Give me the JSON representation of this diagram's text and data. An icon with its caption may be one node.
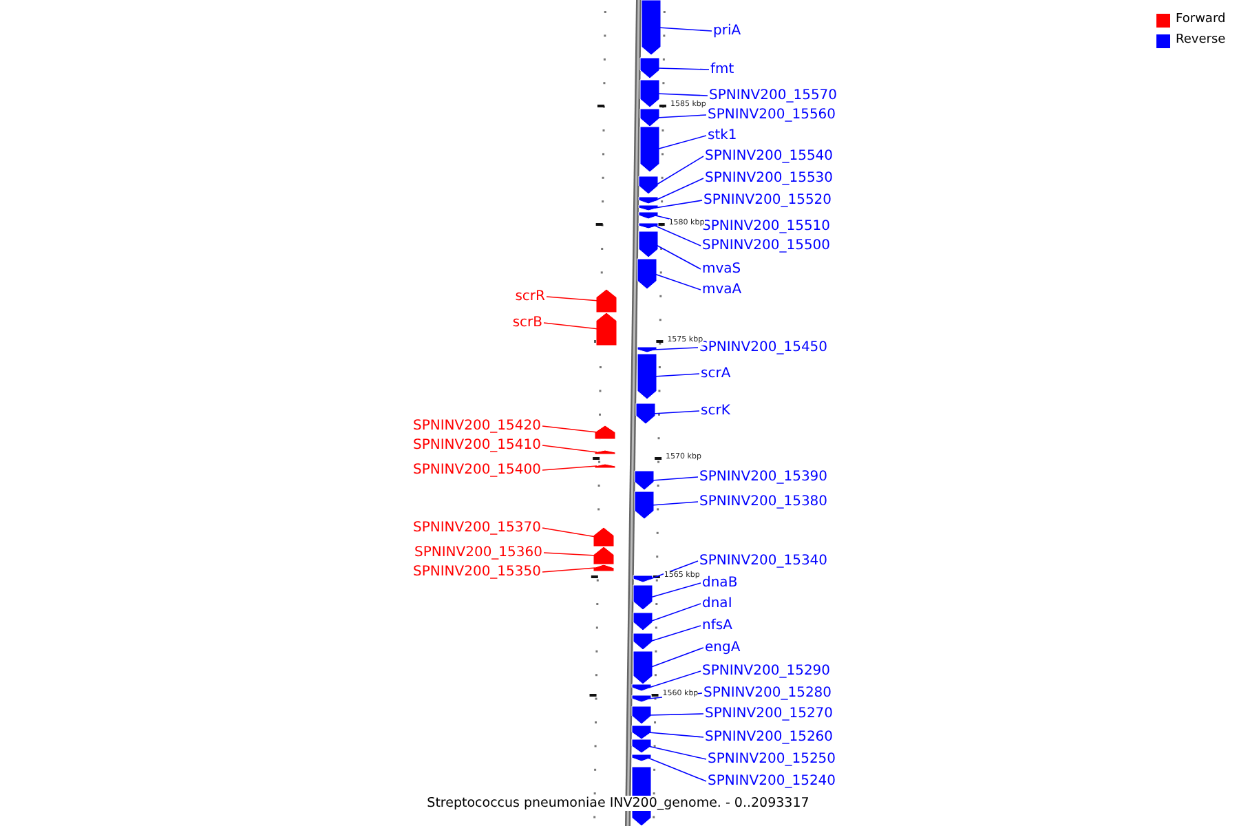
{
  "diagram": {
    "caption": "Streptococcus pneumoniae INV200_genome. - 0..2093317",
    "nodes": [
      {
        "text": [
          "priA"
        ]
      },
      {
        "text": [],
        "shape": "arrow"
      },
      {
        "text": [
          "fmt"
        ]
      },
      {
        "text": [],
        "shape": "arrow"
      },
      {
        "text": [
          "SPNINV200_15570"
        ]
      },
      {
        "text": [],
        "shape": "arrow"
      },
      {
        "text": [
          "SPNINV200_15560"
        ]
      },
      {
        "text": [],
        "shape": "arrow"
      },
      {
        "text": [
          "stk1"
        ]
      },
      {
        "text": [],
        "shape": "arrow"
      },
      {
        "text": [
          "SPNINV200_15540"
        ]
      },
      {
        "text": [],
        "shape": "arrow"
      },
      {
        "text": [
          "SPNINV200_15530"
        ]
      },
      {
        "text": [],
        "shape": "arrow"
      },
      {
        "text": [
          "SPNINV200_15520"
        ]
      },
      {
        "text": [],
        "shape": "arrow"
      },
      {
        "text": [
          "SPNINV200_15510"
        ]
      },
      {
        "text": [],
        "shape": "arrow"
      },
      {
        "text": [
          "SPNINV200_15500"
        ]
      },
      {
        "text": [],
        "shape": "arrow"
      },
      {
        "text": [
          "mvaS"
        ]
      },
      {
        "text": [],
        "shape": "arrow"
      },
      {
        "text": [
          "mvaA"
        ]
      },
      {
        "text": [],
        "shape": "arrow"
      },
      {
        "text": [
          "scrR"
        ]
      },
      {
        "text": [],
        "shape": "arrow"
      },
      {
        "text": [
          "scrB"
        ]
      },
      {
        "text": [],
        "shape": "arrow"
      },
      {
        "text": [
          "SPNINV200_15450"
        ]
      },
      {
        "text": [],
        "shape": "arrow"
      },
      {
        "text": [
          "scrA"
        ]
      },
      {
        "text": [],
        "shape": "arrow"
      },
      {
        "text": [
          "scrK"
        ]
      },
      {
        "text": [],
        "shape": "arrow"
      },
      {
        "text": [
          "SPNINV200_15420"
        ]
      },
      {
        "text": [],
        "shape": "arrow"
      },
      {
        "text": [
          "SPNINV200_15410"
        ]
      },
      {
        "text": [],
        "shape": "arrow"
      },
      {
        "text": [
          "SPNINV200_15400"
        ]
      },
      {
        "text": [],
        "shape": "arrow"
      },
      {
        "text": [
          "SPNINV200_15390"
        ]
      },
      {
        "text": [],
        "shape": "arrow"
      },
      {
        "text": [
          "SPNINV200_15380"
        ]
      },
      {
        "text": [],
        "shape": "arrow"
      },
      {
        "text": [
          "SPNINV200_15370"
        ]
      },
      {
        "text": [],
        "shape": "arrow"
      },
      {
        "text": [
          "SPNINV200_15360"
        ]
      },
      {
        "text": [],
        "shape": "arrow"
      },
      {
        "text": [
          "SPNINV200_15340"
        ]
      },
      {
        "text": [],
        "shape": "arrow"
      },
      {
        "text": [
          "SPNINV200_15350"
        ]
      },
      {
        "text": [],
        "shape": "arrow"
      },
      {
        "text": [
          "dnaB"
        ]
      },
      {
        "text": [],
        "shape": "arrow"
      },
      {
        "text": [
          "dnaI"
        ]
      },
      {
        "text": [],
        "shape": "arrow"
      },
      {
        "text": [
          "nfsA"
        ]
      },
      {
        "text": [],
        "shape": "arrow"
      },
      {
        "text": [
          "engA"
        ]
      },
      {
        "text": [],
        "shape": "arrow"
      },
      {
        "text": [
          "SPNINV200_15290"
        ]
      },
      {
        "text": [],
        "shape": "arrow"
      },
      {
        "text": [
          "SPNINV200_15280"
        ]
      },
      {
        "text": [],
        "shape": "arrow"
      },
      {
        "text": [
          "SPNINV200_15270"
        ]
      },
      {
        "text": [],
        "shape": "arrow"
      },
      {
        "text": [
          "SPNINV200_15260"
        ]
      },
      {
        "text": [],
        "shape": "arrow"
      },
      {
        "text": [
          "SPNINV200_15250"
        ]
      },
      {
        "text": [],
        "shape": "arrow"
      },
      {
        "text": [
          "SPNINV200_15240"
        ]
      },
      {
        "text": [],
        "shape": "arrow"
      },
      {
        "text": [],
        "shape": "arrow"
      }
    ],
    "edges": [
      {
        "from": 0,
        "to": 1,
        "arrow": "none"
      },
      {
        "from": 2,
        "to": 3,
        "arrow": "none"
      },
      {
        "from": 4,
        "to": 5,
        "arrow": "none"
      },
      {
        "from": 6,
        "to": 7,
        "arrow": "none"
      },
      {
        "from": 8,
        "to": 9,
        "arrow": "none"
      },
      {
        "from": 10,
        "to": 11,
        "arrow": "none"
      },
      {
        "from": 12,
        "to": 13,
        "arrow": "none"
      },
      {
        "from": 14,
        "to": 15,
        "arrow": "none"
      },
      {
        "from": 16,
        "to": 17,
        "arrow": "none"
      },
      {
        "from": 18,
        "to": 19,
        "arrow": "none"
      },
      {
        "from": 20,
        "to": 21,
        "arrow": "none"
      },
      {
        "from": 22,
        "to": 23,
        "arrow": "none"
      },
      {
        "from": 24,
        "to": 25,
        "arrow": "none",
        "color": "#ff0000"
      },
      {
        "from": 26,
        "to": 27,
        "arrow": "none",
        "color": "#ff0000"
      },
      {
        "from": 28,
        "to": 29,
        "arrow": "none"
      },
      {
        "from": 30,
        "to": 31,
        "arrow": "none"
      },
      {
        "from": 32,
        "to": 33,
        "arrow": "none"
      },
      {
        "from": 34,
        "to": 35,
        "arrow": "none",
        "color": "#ff0000"
      },
      {
        "from": 36,
        "to": 37,
        "arrow": "none",
        "color": "#ff0000"
      },
      {
        "from": 38,
        "to": 39,
        "arrow": "none",
        "color": "#ff0000"
      },
      {
        "from": 40,
        "to": 41,
        "arrow": "none"
      },
      {
        "from": 42,
        "to": 43,
        "arrow": "none"
      },
      {
        "from": 44,
        "to": 45,
        "arrow": "none",
        "color": "#ff0000"
      },
      {
        "from": 46,
        "to": 47,
        "arrow": "none",
        "color": "#ff0000"
      },
      {
        "from": 48,
        "to": 49,
        "arrow": "none"
      },
      {
        "from": 50,
        "to": 51,
        "arrow": "none",
        "color": "#ff0000"
      },
      {
        "from": 52,
        "to": 53,
        "arrow": "none"
      },
      {
        "from": 54,
        "to": 55,
        "arrow": "none"
      },
      {
        "from": 56,
        "to": 57,
        "arrow": "none"
      },
      {
        "from": 58,
        "to": 59,
        "arrow": "none"
      },
      {
        "from": 60,
        "to": 61,
        "arrow": "none"
      },
      {
        "from": 62,
        "to": 63,
        "arrow": "none"
      },
      {
        "from": 64,
        "to": 65,
        "arrow": "none"
      },
      {
        "from": 66,
        "to": 67,
        "arrow": "none"
      },
      {
        "from": 68,
        "to": 69,
        "arrow": "none"
      },
      {
        "from": 70,
        "to": 71,
        "arrow": "none"
      }
    ],
    "labels": [
      "1585 kbp",
      "1580 kbp",
      "1575 kbp",
      "1570 kbp",
      "1565 kbp",
      "1560 kbp"
    ],
    "legend": [
      {
        "text": "Forward",
        "color": "#ff0000"
      },
      {
        "text": "Reverse",
        "color": "#0000ff"
      }
    ]
  }
}
